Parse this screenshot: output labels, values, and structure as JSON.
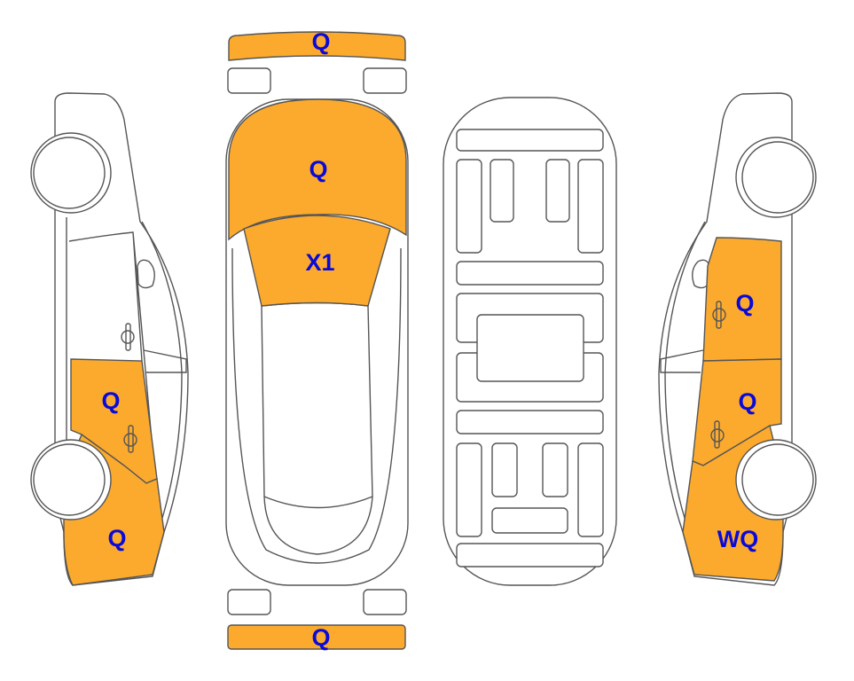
{
  "colors": {
    "damaged_fill": "#FBAA2E",
    "label_text": "#0a0ad8",
    "outline": "#555555"
  },
  "top_view": {
    "front_bumper": "Q",
    "hood": "Q",
    "windshield": "X1",
    "rear_bumper": "Q"
  },
  "left_side": {
    "front_door": "Q",
    "front_fender": "Q"
  },
  "right_side": {
    "front_door": "Q",
    "rear_door": "Q",
    "rear_fender": "WQ"
  }
}
